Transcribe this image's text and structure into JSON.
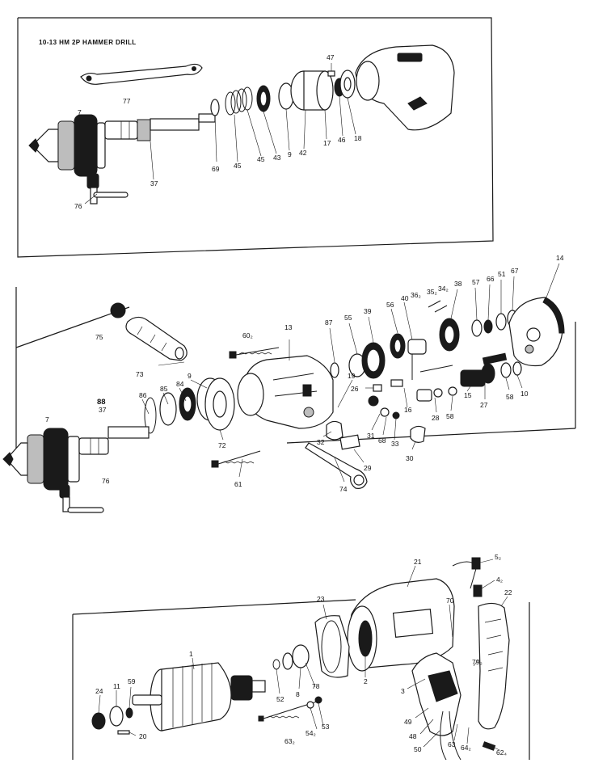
{
  "title": "10-13 HM 2P HAMMER DRILL",
  "callouts": {
    "top": {
      "n77": "77",
      "n7": "7",
      "n37": "37",
      "n76": "76",
      "n69": "69",
      "n45a": "45",
      "n45b": "45",
      "n43": "43",
      "n9": "9",
      "n42": "42",
      "n17": "17",
      "n46": "46",
      "n18": "18",
      "n47": "47"
    },
    "middle": {
      "n75": "75",
      "n73": "73",
      "n60": "60₂",
      "n13": "13",
      "n87": "87",
      "n55": "55",
      "n39": "39",
      "n56": "56",
      "n40": "40",
      "n36": "36₂",
      "n35": "35₂",
      "n34": "34₂",
      "n38": "38",
      "n57": "57",
      "n66": "66",
      "n51": "51",
      "n67": "67",
      "n14": "14",
      "n88": "88",
      "n37": "37",
      "n86": "86",
      "n85": "85",
      "n84": "84",
      "n9": "9",
      "n7": "7",
      "n72": "72",
      "n26": "26",
      "n19": "19",
      "n16": "16",
      "n28": "28",
      "n58a": "58",
      "n58b": "58",
      "n27": "27",
      "n15": "15",
      "n10": "10",
      "n32": "32",
      "n31": "31",
      "n68": "68",
      "n33": "33",
      "n30": "30",
      "n29": "29",
      "n74": "74",
      "n61": "61",
      "n76": "76"
    },
    "bottom": {
      "n21": "21",
      "n52top": "5₂",
      "n4": "4₂",
      "n22": "22",
      "n70": "70",
      "n23": "23",
      "n1": "1",
      "n8": "8",
      "n78": "78",
      "n52": "52",
      "n2": "2",
      "n3": "3",
      "n79": "79₂",
      "n24": "24",
      "n11": "11",
      "n59": "59",
      "n20": "20",
      "n53": "53",
      "n54": "54₂",
      "n63": "63₂",
      "n49": "49",
      "n48": "48",
      "n50": "50",
      "n63b": "63",
      "n64": "64₂",
      "n62": "62₄"
    }
  }
}
